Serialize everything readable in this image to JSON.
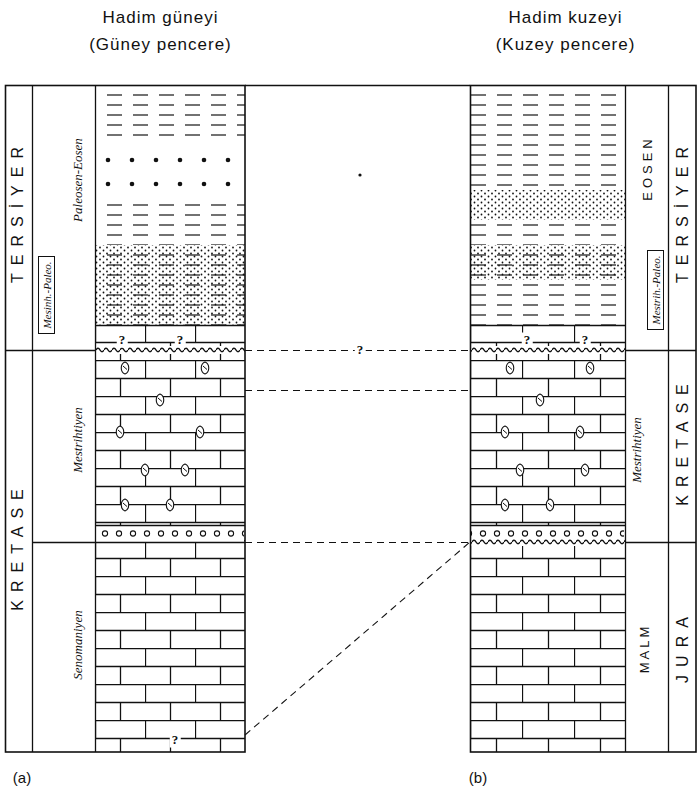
{
  "diagram": {
    "nodes": [
      {
        "text": [
          "Mesinh.-Paleo."
        ]
      },
      {
        "text": [
          "Mestrih.-Paleo."
        ]
      }
    ],
    "labels": [
      "Hadim güneyi",
      "(Güney pencere)",
      "Hadim kuzeyi",
      "(Kuzey pencere)",
      "TERSİYER",
      "KRETASE",
      "Paleosen-Eosen",
      "Mestrihtiyen",
      "Senomaniyen",
      "?",
      "?",
      "?",
      "?",
      "EOSEN",
      "Mestrihtiyen",
      "MALM",
      "?",
      "?",
      "TERSİYER",
      "KRETASE",
      "JURA",
      "(a)",
      "(b)"
    ]
  }
}
